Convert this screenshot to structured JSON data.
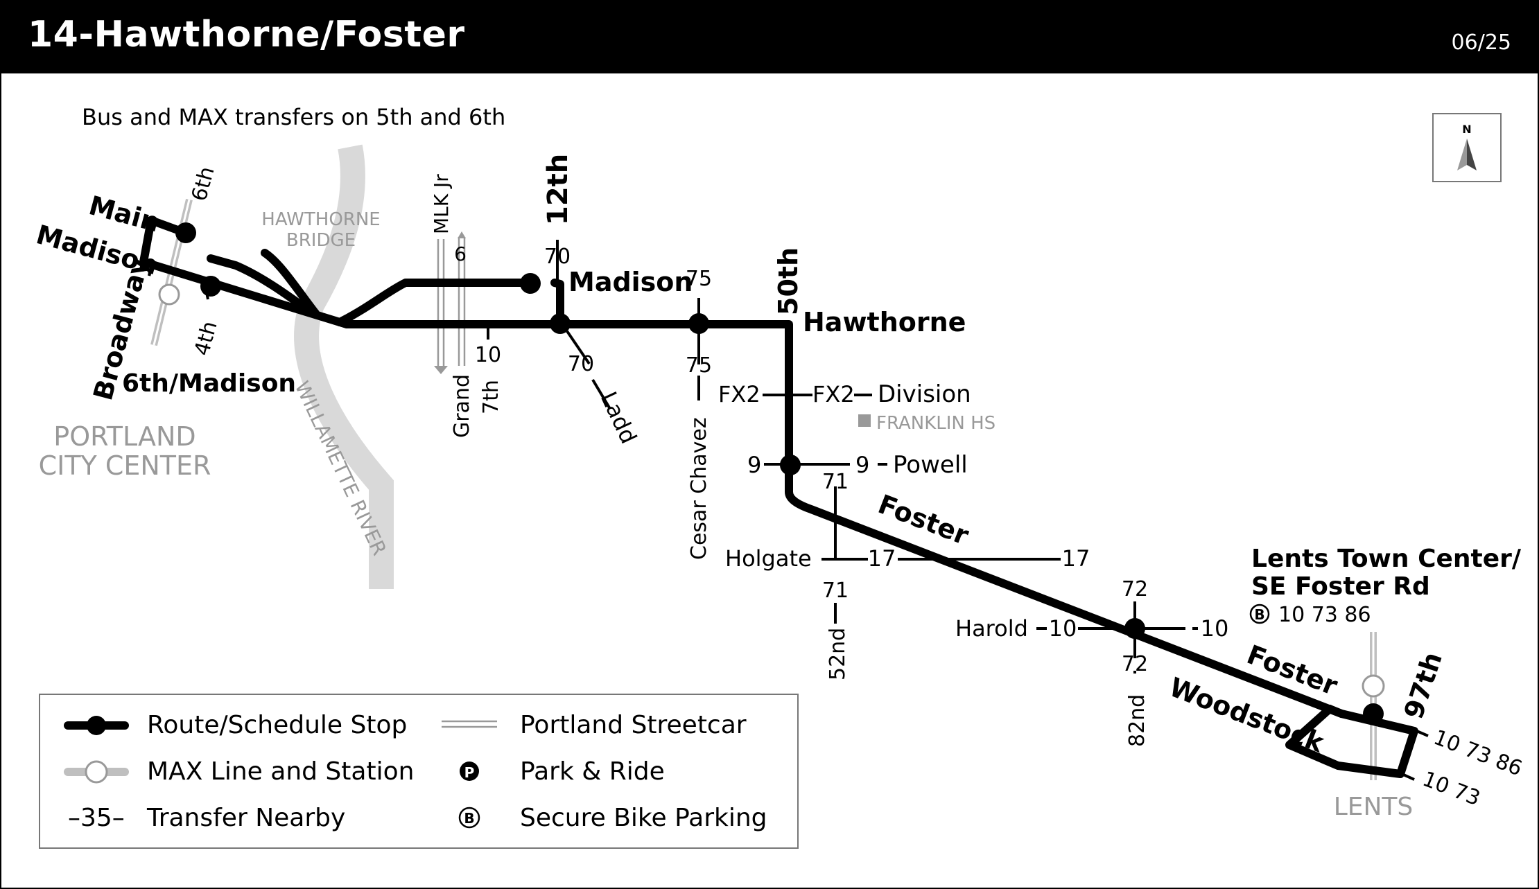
{
  "header": {
    "title": "14-Hawthorne/Foster",
    "date": "06/25"
  },
  "note": "Bus and MAX transfers on 5th and 6th",
  "north": "N",
  "streets": {
    "main": "Main",
    "madison_w": "Madison",
    "sixth": "6th",
    "fourth": "4th",
    "broadway": "Broadway",
    "six_madison": "6th/Madison",
    "mlk": "MLK Jr",
    "grand": "Grand",
    "seventh": "7th",
    "twelfth": "12th",
    "madison_e": "Madison",
    "hawthorne": "Hawthorne",
    "fiftieth": "50th",
    "ladd": "Ladd",
    "cesar": "Cesar Chavez",
    "division": "Division",
    "powell": "Powell",
    "foster": "Foster",
    "holgate": "Holgate",
    "fiftysecond": "52nd",
    "harold": "Harold",
    "eightysecond": "82nd",
    "woodstock": "Woodstock",
    "foster2": "Foster",
    "ninetyseventh": "97th"
  },
  "places": {
    "bridge1": "HAWTHORNE",
    "bridge2": "BRIDGE",
    "river": "WILLAMETTE RIVER",
    "city1": "PORTLAND",
    "city2": "CITY CENTER",
    "franklin": "FRANKLIN HS",
    "lents": "LENTS",
    "lents_tc1": "Lents Town Center/",
    "lents_tc2": "SE Foster Rd",
    "lents_routes": "10 73 86"
  },
  "transfers": {
    "r6": "6",
    "r70a": "70",
    "r10a": "10",
    "r70b": "70",
    "r75a": "75",
    "r75b": "75",
    "fx2a": "FX2",
    "fx2b": "FX2",
    "r9a": "9",
    "r9b": "9",
    "r71a": "71",
    "r71b": "71",
    "r17a": "17",
    "r17b": "17",
    "r72a": "72",
    "r72b": "72",
    "r10b": "10",
    "r10c": "10",
    "end1": "10 73 86",
    "end2": "10 73"
  },
  "legend": {
    "route_stop": "Route/Schedule Stop",
    "max": "MAX Line and Station",
    "transfer_sym": "–35–",
    "transfer": "Transfer Nearby",
    "streetcar": "Portland Streetcar",
    "park": "Park & Ride",
    "bike": "Secure Bike Parking",
    "p_letter": "P",
    "b_letter": "B"
  },
  "colors": {
    "route": "#000000",
    "river": "#d9d9d9",
    "max": "#bfbfbf",
    "grey_text": "#999999"
  }
}
